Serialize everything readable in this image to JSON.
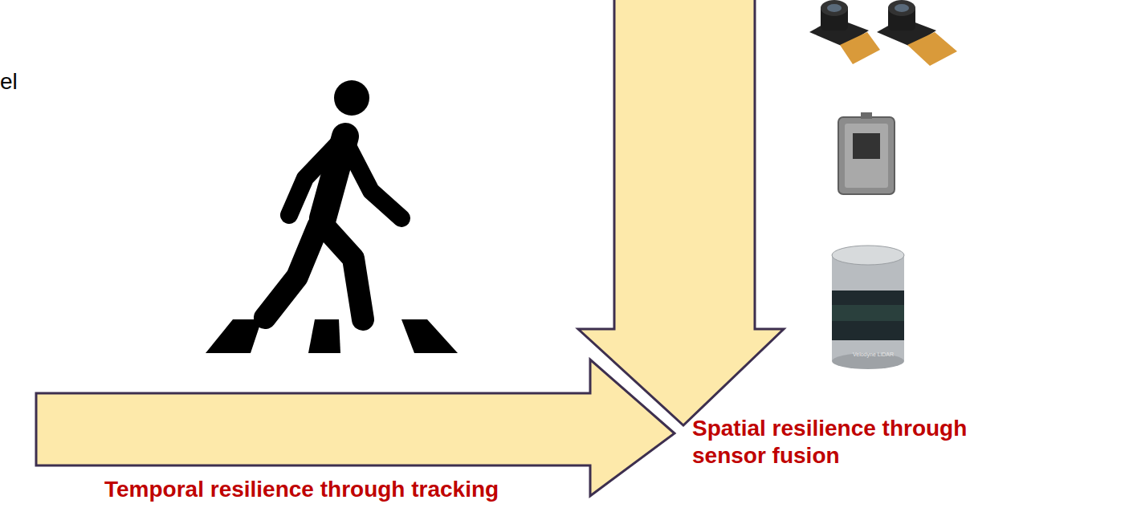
{
  "diagram": {
    "nodes": [
      {
        "text": [
          "Temporal resilience through tracking"
        ]
      },
      {
        "text": [
          "Spatial resilience through sensor fusion"
        ]
      }
    ],
    "labels": [
      "el",
      "Velodyne LiDAR"
    ]
  }
}
